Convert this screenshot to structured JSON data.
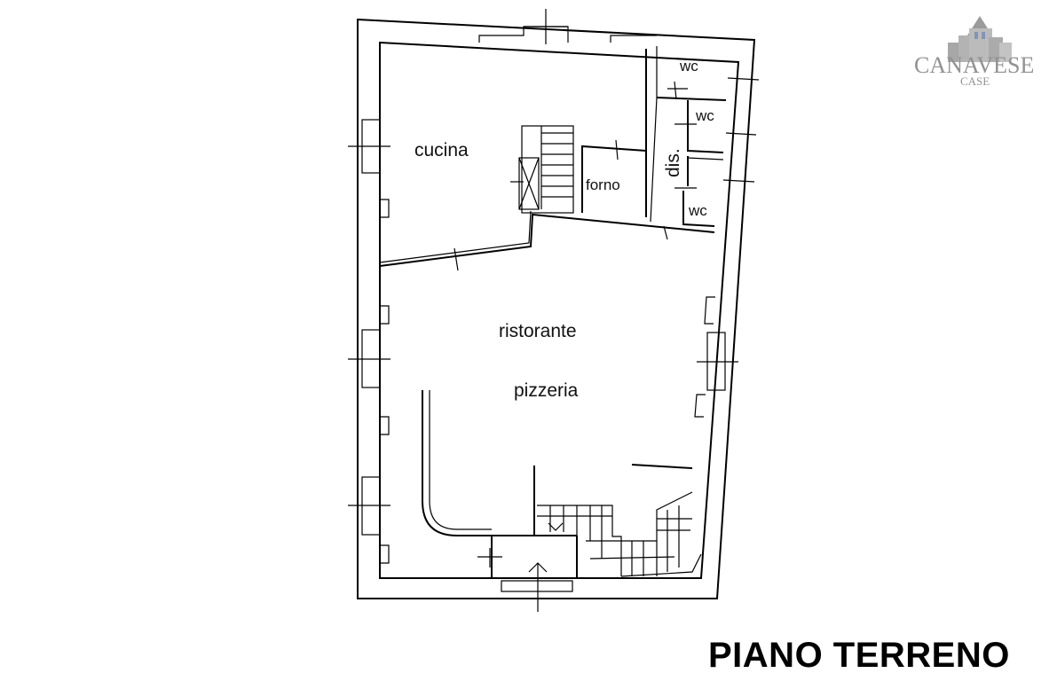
{
  "rooms": {
    "cucina": "cucina",
    "forno": "forno",
    "dis": "dis.",
    "wc1": "wc",
    "wc2": "wc",
    "wc3": "wc",
    "ristorante": "ristorante",
    "pizzeria": "pizzeria"
  },
  "title": "PIANO TERRENO",
  "logo": {
    "name": "CANAVESE",
    "sub": "CASE"
  }
}
